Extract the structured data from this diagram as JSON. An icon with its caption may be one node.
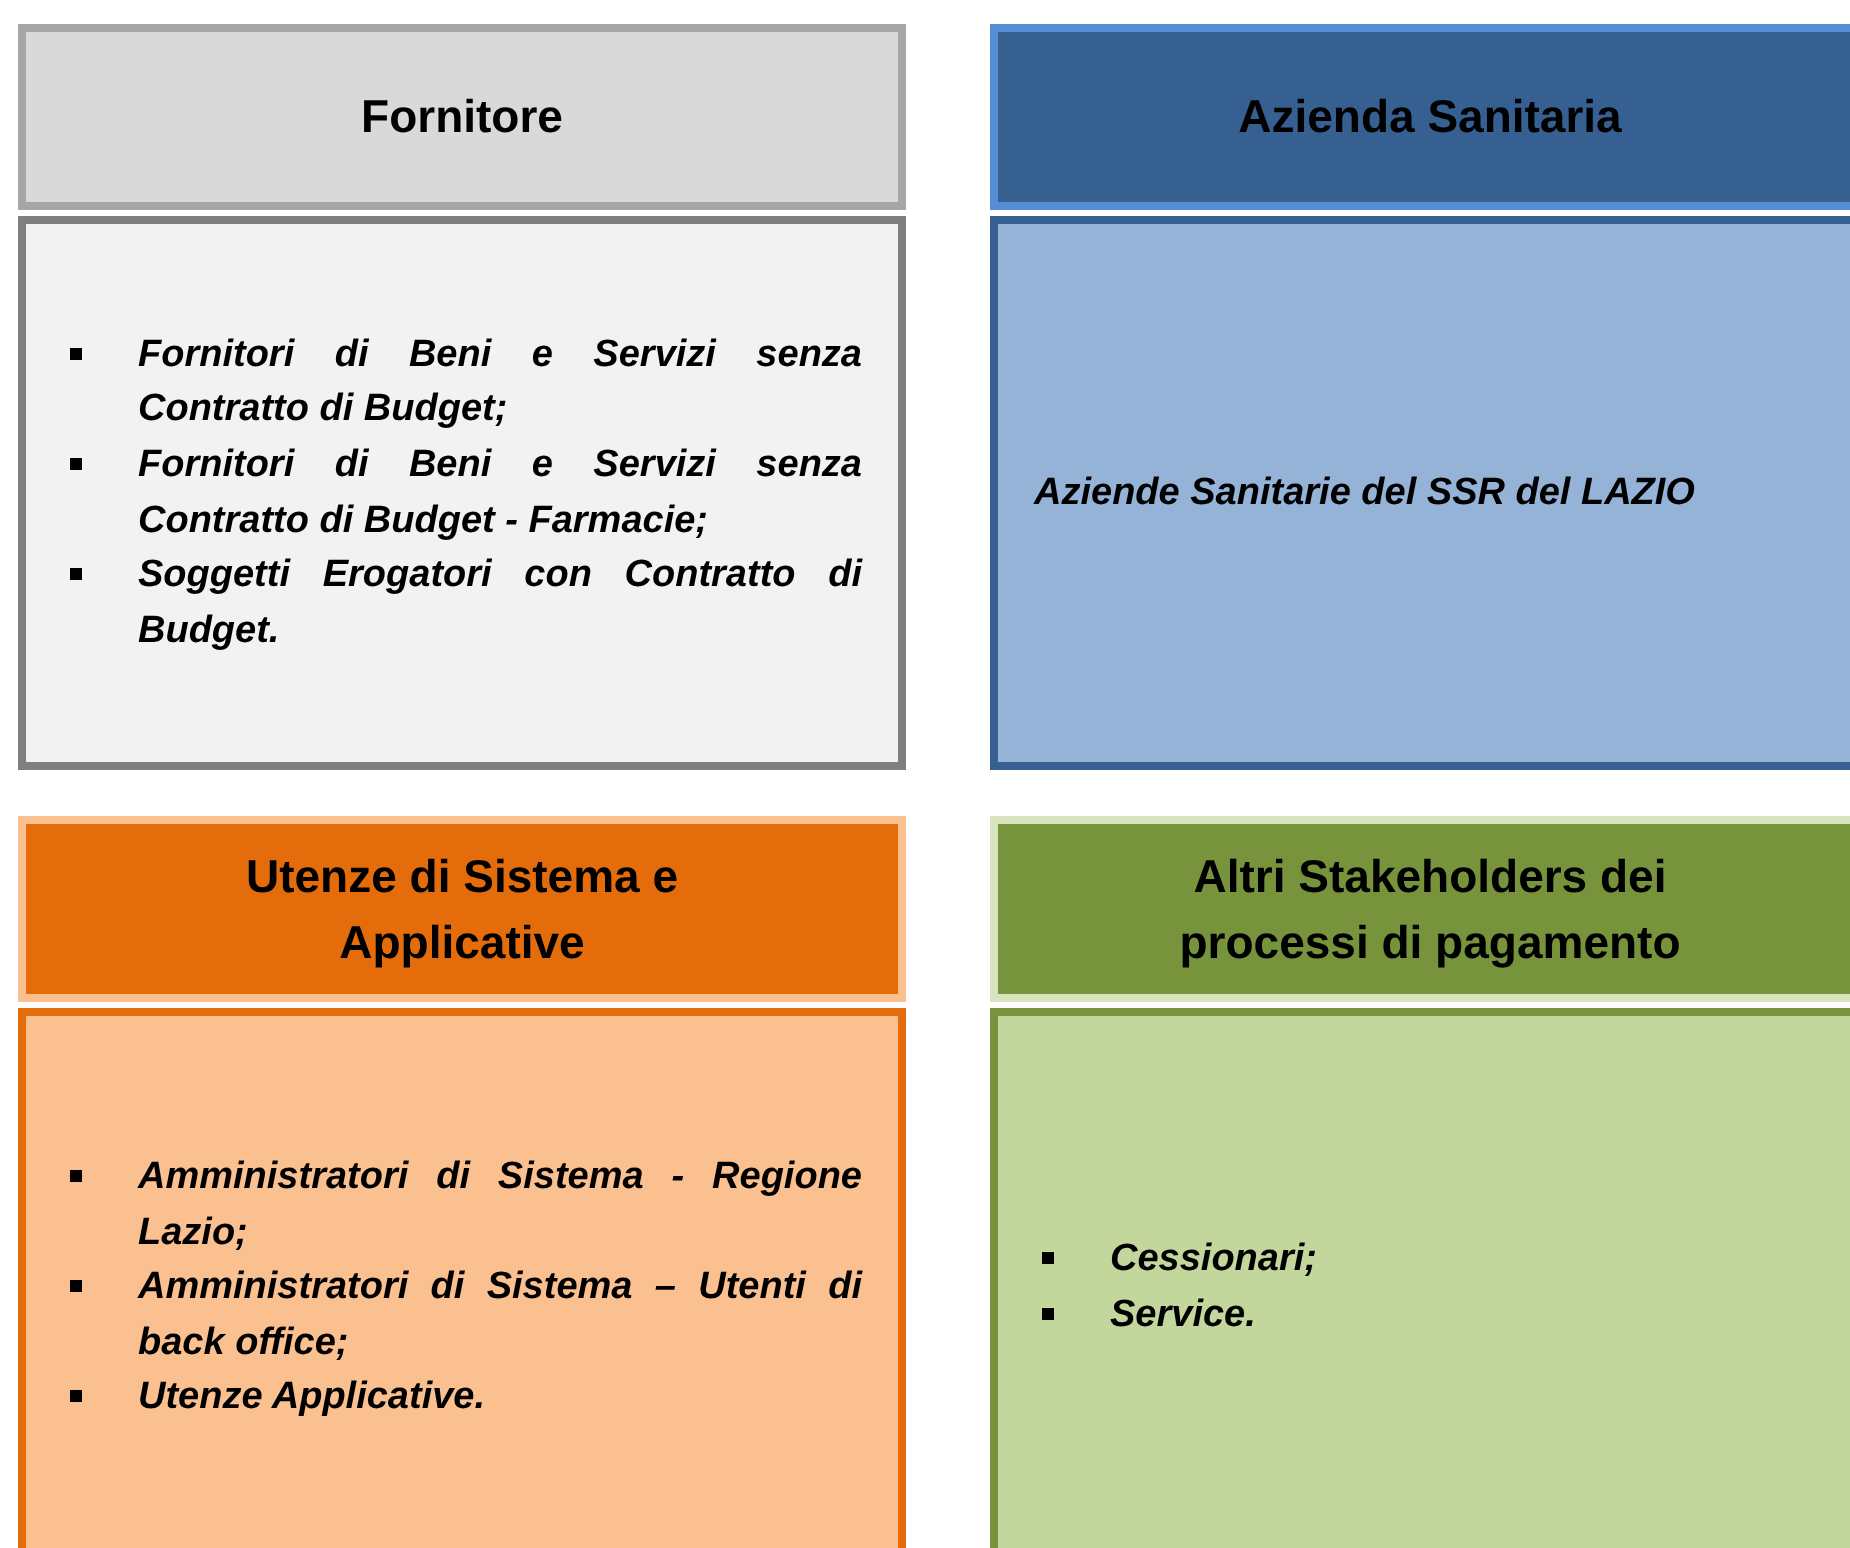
{
  "diagram": {
    "nodes": [
      {
        "text": [
          "Fornitore"
        ]
      },
      {
        "text": [
          "Azienda Sanitaria"
        ]
      },
      {
        "text": [
          "Fornitori di Beni e Servizi senza Contratto di Budget;",
          "Fornitori di Beni e Servizi senza Contratto di Budget - Farmacie;",
          "Soggetti Erogatori con Contratto di Budget."
        ]
      },
      {
        "text": [
          "Aziende Sanitarie del SSR del LAZIO"
        ]
      },
      {
        "text": [
          "Utenze di Sistema e Applicative"
        ]
      },
      {
        "text": [
          "Altri Stakeholders dei processi di pagamento"
        ]
      },
      {
        "text": [
          "Amministratori di Sistema - Regione Lazio;",
          "Amministratori di Sistema – Utenti di back office;",
          "Utenze Applicative."
        ]
      },
      {
        "text": [
          "Cessionari;",
          "Service."
        ]
      }
    ],
    "edges": []
  }
}
